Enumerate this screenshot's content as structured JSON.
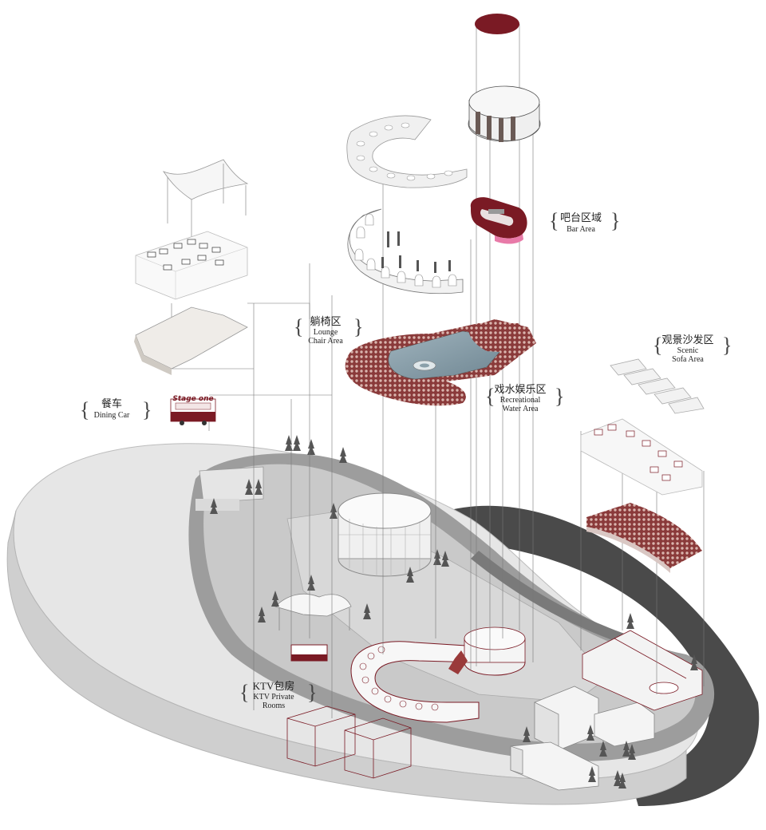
{
  "labels": {
    "bar_area": {
      "cn": "吧台区域",
      "en1": "Bar Area",
      "en2": ""
    },
    "lounge": {
      "cn": "躺椅区",
      "en1": "Lounge",
      "en2": "Chair Area"
    },
    "scenic": {
      "cn": "观景沙发区",
      "en1": "Scenic",
      "en2": "Sofa Area"
    },
    "water": {
      "cn": "戏水娱乐区",
      "en1": "Recreational",
      "en2": "Water Area"
    },
    "dining": {
      "cn": "餐车",
      "en1": "Dining Car",
      "en2": ""
    },
    "ktv": {
      "cn": "KTV包房",
      "en1": "KTV Private",
      "en2": "Rooms"
    }
  },
  "truck": {
    "sign": "Stage one"
  },
  "colors": {
    "accent": "#7a1a24",
    "pink": "#e87aa8",
    "water": "#8fa3ad",
    "ground_light": "#dcdcdc",
    "ground_dark": "#4a4a4a"
  }
}
